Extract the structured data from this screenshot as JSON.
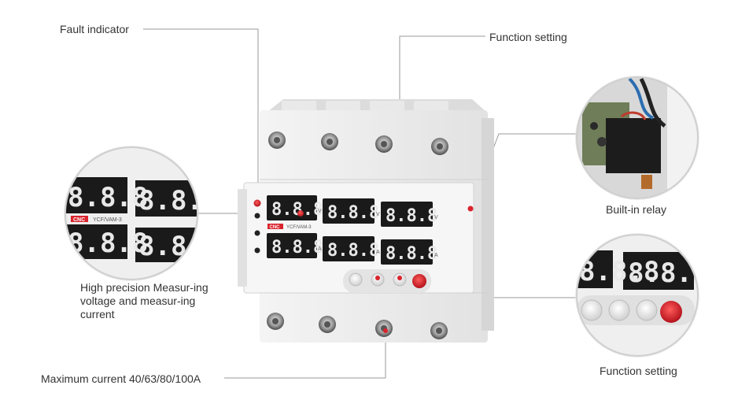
{
  "callouts": {
    "fault_indicator": "Fault indicator",
    "function_setting_top": "Function setting",
    "high_precision": "High precision Measur-ing voltage and measur-ing current",
    "maximum_current": "Maximum current 40/63/80/100A",
    "built_in_relay": "Built-in relay",
    "function_setting_right": "Function setting"
  },
  "device": {
    "brand": "CNC",
    "model": "YCF/VAM-3",
    "digits": "8.8.8",
    "unit_voltage": "V",
    "unit_current": "A"
  },
  "colors": {
    "indicator_red": "#d9232d",
    "display_bg": "#1a1a1a",
    "housing": "#ececec",
    "leader_line": "#9a9a9a"
  },
  "icons": [
    "terminal-screw-icon",
    "push-button-icon",
    "led-indicator-icon",
    "relay-icon"
  ]
}
